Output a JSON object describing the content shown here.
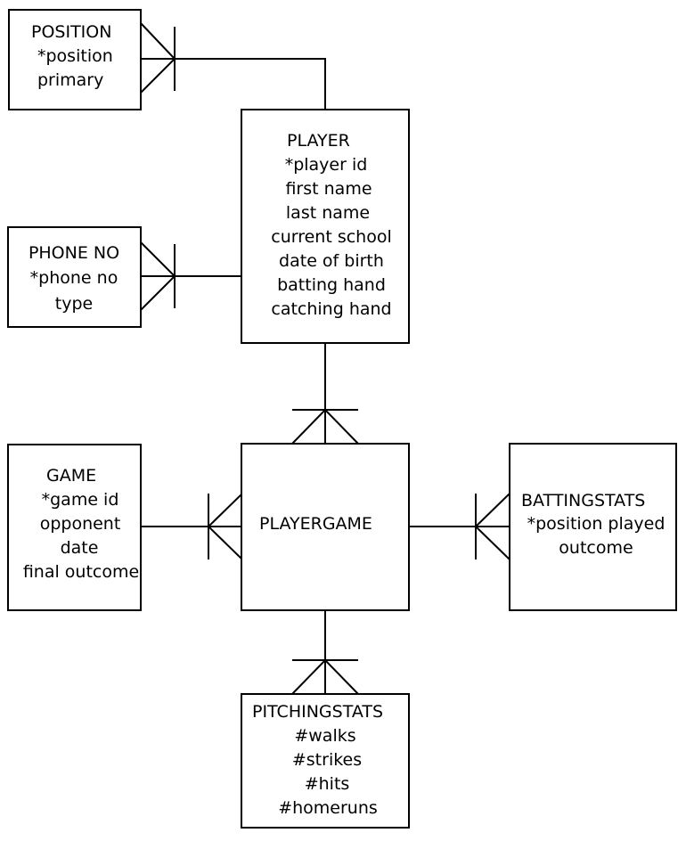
{
  "entities": {
    "position": {
      "name": "POSITION",
      "attrs": [
        "*position",
        "primary"
      ]
    },
    "player": {
      "name": "PLAYER",
      "attrs": [
        "*player id",
        "first name",
        "last name",
        "current school",
        "date of birth",
        "batting hand",
        "catching hand"
      ]
    },
    "phone_no": {
      "name": "PHONE NO",
      "attrs": [
        "*phone no",
        "type"
      ]
    },
    "game": {
      "name": "GAME",
      "attrs": [
        "*game id",
        "opponent",
        "date",
        "final outcome"
      ]
    },
    "playergame": {
      "name": "PLAYERGAME",
      "attrs": []
    },
    "battingstats": {
      "name": "BATTINGSTATS",
      "attrs": [
        "*position played",
        "outcome"
      ]
    },
    "pitchingstats": {
      "name": "PITCHINGSTATS",
      "attrs": [
        "#walks",
        "#strikes",
        "#hits",
        "#homeruns"
      ]
    }
  },
  "relationships": [
    {
      "from": "PLAYER",
      "to": "POSITION",
      "notation": "one-to-many"
    },
    {
      "from": "PLAYER",
      "to": "PHONE NO",
      "notation": "one-to-many"
    },
    {
      "from": "PLAYER",
      "to": "PLAYERGAME",
      "notation": "one-to-many"
    },
    {
      "from": "GAME",
      "to": "PLAYERGAME",
      "notation": "one-to-many"
    },
    {
      "from": "PLAYERGAME",
      "to": "BATTINGSTATS",
      "notation": "one-to-many"
    },
    {
      "from": "PLAYERGAME",
      "to": "PITCHINGSTATS",
      "notation": "one-to-many"
    }
  ]
}
